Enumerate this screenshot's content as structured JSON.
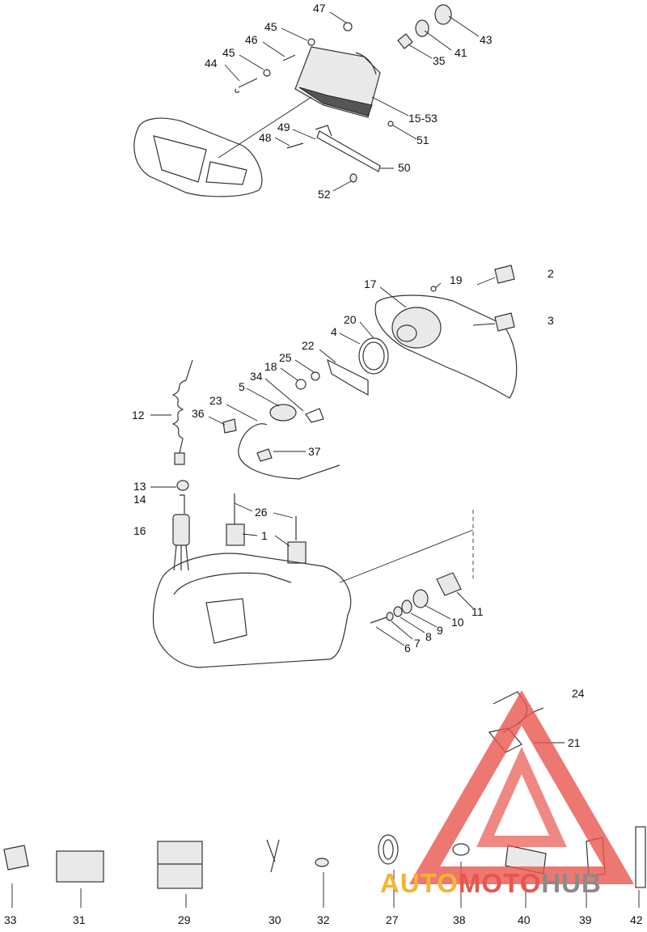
{
  "labels": {
    "l47": "47",
    "l45a": "45",
    "l46": "46",
    "l45b": "45",
    "l44": "44",
    "l43": "43",
    "l41": "41",
    "l35": "35",
    "l15_53": "15-53",
    "l49": "49",
    "l48": "48",
    "l51": "51",
    "l50": "50",
    "l52": "52",
    "l2": "2",
    "l3": "3",
    "l17": "17",
    "l19": "19",
    "l20": "20",
    "l4": "4",
    "l22": "22",
    "l25": "25",
    "l18": "18",
    "l34": "34",
    "l5": "5",
    "l23": "23",
    "l36": "36",
    "l12": "12",
    "l37": "37",
    "l13": "13",
    "l14": "14",
    "l16": "16",
    "l26": "26",
    "l1": "1",
    "l11": "11",
    "l10": "10",
    "l9": "9",
    "l8": "8",
    "l7": "7",
    "l6": "6",
    "l24": "24",
    "l21": "21",
    "l33": "33",
    "l31": "31",
    "l29": "29",
    "l30": "30",
    "l32": "32",
    "l27": "27",
    "l38": "38",
    "l40": "40",
    "l39": "39",
    "l42": "42"
  },
  "watermark": {
    "part1": "AUTO",
    "part2": "MOTO",
    "part3": "HUB",
    "color_orange": "#f5b335",
    "color_red": "#e8554e",
    "color_gray": "#8a8a8a"
  }
}
